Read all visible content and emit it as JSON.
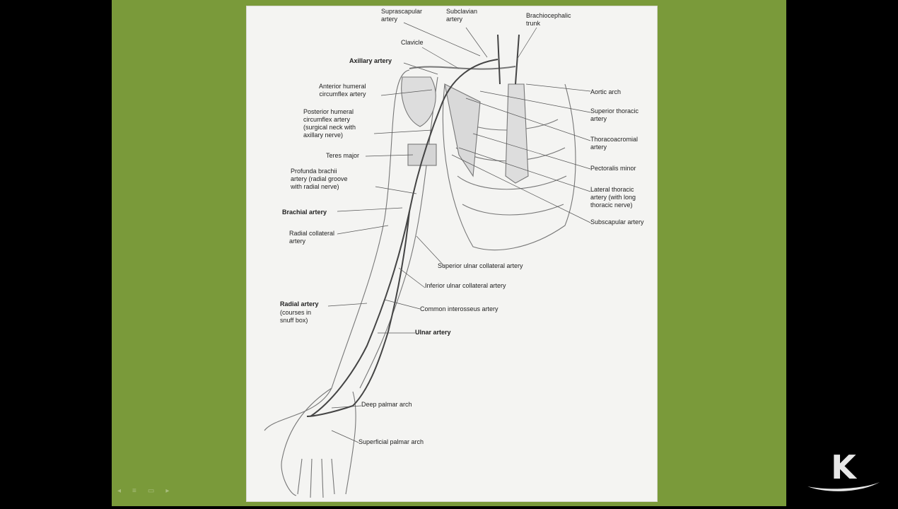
{
  "labels": {
    "suprascapular": "Suprascapular\nartery",
    "subclavian": "Subclavian\nartery",
    "brachiocephalic": "Brachiocephalic\ntrunk",
    "clavicle": "Clavicle",
    "axillary": "Axillary artery",
    "ant_humeral": "Anterior humeral\ncircumflex artery",
    "post_humeral": "Posterior humeral\ncircumflex artery\n(surgical neck with\naxillary nerve)",
    "teres_major": "Teres major",
    "profunda": "Profunda brachii\nartery (radial groove\nwith radial nerve)",
    "brachial": "Brachial artery",
    "radial_collateral": "Radial collateral\nartery",
    "sup_ulnar": "Superior ulnar collateral artery",
    "inf_ulnar": "Inferior ulnar collateral artery",
    "common_interosseus": "Common interosseus artery",
    "radial": "Radial artery",
    "radial_note": "(courses in\nsnuff box)",
    "ulnar": "Ulnar artery",
    "deep_palmar": "Deep palmar arch",
    "superficial_palmar": "Superficial palmar arch",
    "aortic_arch": "Aortic arch",
    "sup_thoracic": "Superior thoracic\nartery",
    "thoracoacromial": "Thoracoacromial\nartery",
    "pectoralis_minor": "Pectoralis minor",
    "lateral_thoracic": "Lateral thoracic\nartery (with long\nthoracic nerve)",
    "subscapular": "Subscapular artery"
  },
  "logo": {
    "letter": "K",
    "color": "#e7e7e7"
  },
  "slide_nav": {
    "prev": "◂",
    "menu": "≡",
    "page": "▭",
    "next": "▸"
  },
  "colors": {
    "slide_bg": "#7a9a3a",
    "figure_bg": "#f4f4f2",
    "outside_bg": "#000000"
  }
}
